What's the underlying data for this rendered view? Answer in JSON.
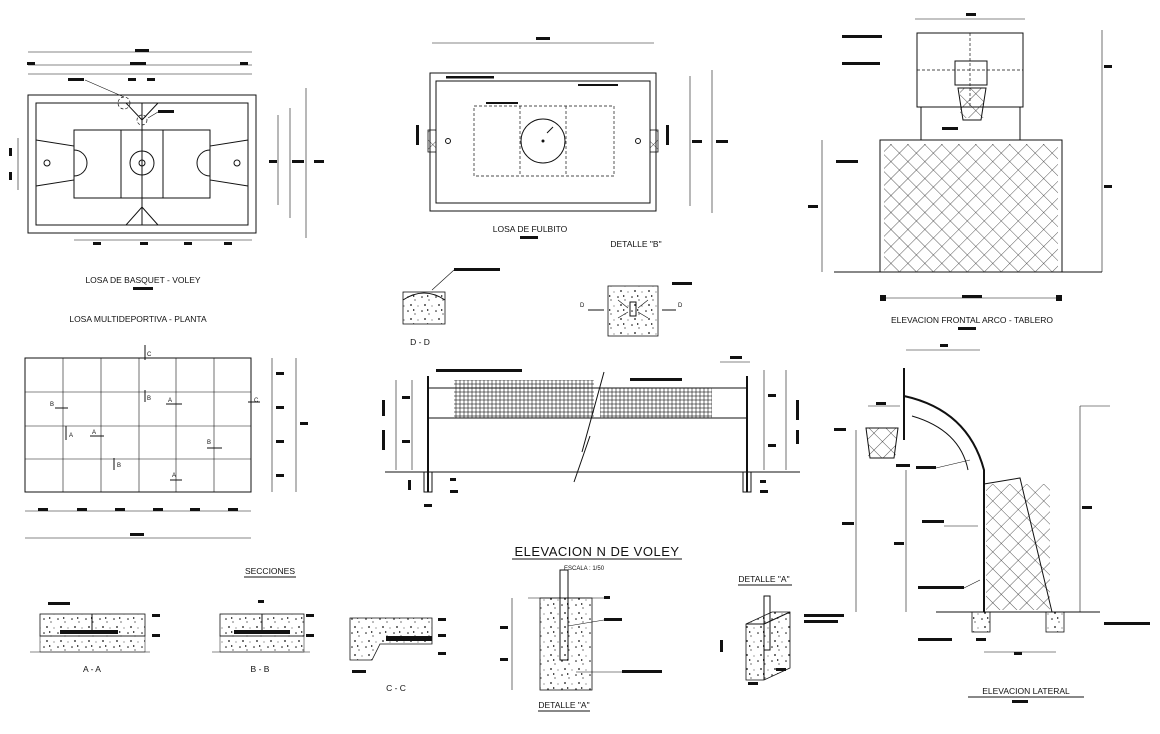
{
  "labels": {
    "losa_basquet": "LOSA DE BASQUET - VOLEY",
    "losa_fulbito": "LOSA DE FULBITO",
    "elev_frontal": "ELEVACION FRONTAL ARCO - TABLERO",
    "losa_multi": "LOSA MULTIDEPORTIVA - PLANTA",
    "detalle_b": "DETALLE \"B\"",
    "dd": "D - D",
    "elev_voley": "ELEVACION  N  DE  VOLEY",
    "escala": "ESCALA : 1/50",
    "secciones": "SECCIONES",
    "aa": "A - A",
    "bb": "B - B",
    "cc": "C - C",
    "detalle_a_center": "DETALLE \"A\"",
    "detalle_a_right": "DETALLE \"A\"",
    "elev_lateral": "ELEVACION  LATERAL"
  },
  "section_marks": {
    "a": "A",
    "b": "B",
    "c": "C",
    "d": "D"
  }
}
